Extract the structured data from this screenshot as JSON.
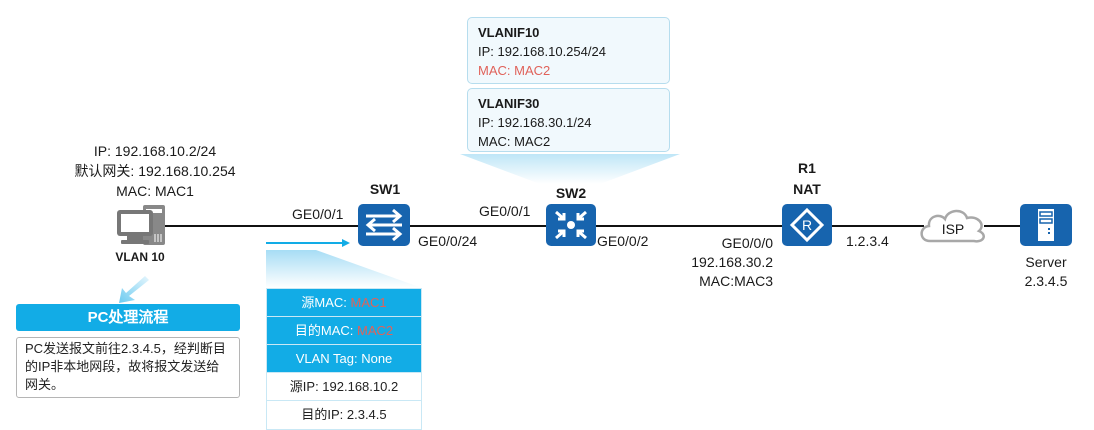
{
  "pc": {
    "ip": "IP: 192.168.10.2/24",
    "gateway": "默认网关: 192.168.10.254",
    "mac": "MAC: MAC1",
    "vlan": "VLAN 10"
  },
  "pc_process": {
    "title": "PC处理流程",
    "description": "PC发送报文前往2.3.4.5，经判断目的IP非本地网段，故将报文发送给网关。"
  },
  "sw1": {
    "name": "SW1",
    "port_left": "GE0/0/1",
    "port_right": "GE0/0/24"
  },
  "sw2": {
    "name": "SW2",
    "port_left": "GE0/0/1",
    "port_right": "GE0/0/2",
    "vlanif10": {
      "title": "VLANIF10",
      "ip": "IP: 192.168.10.254/24",
      "mac": "MAC: MAC2"
    },
    "vlanif30": {
      "title": "VLANIF30",
      "ip": "IP: 192.168.30.1/24",
      "mac": "MAC: MAC2"
    }
  },
  "r1": {
    "name": "R1",
    "role": "NAT",
    "port": "GE0/0/0",
    "ip": "192.168.30.2",
    "mac": "MAC:MAC3",
    "public_ip": "1.2.3.4"
  },
  "isp": {
    "label": "ISP"
  },
  "server": {
    "name": "Server",
    "ip": "2.3.4.5"
  },
  "packet": {
    "rows": [
      {
        "label": "源MAC: ",
        "value": "MAC1"
      },
      {
        "label": "目的MAC: ",
        "value": "MAC2"
      },
      {
        "label": "VLAN Tag: None",
        "value": ""
      },
      {
        "label": "源IP: 192.168.10.2",
        "value": ""
      },
      {
        "label": "目的IP: 2.3.4.5",
        "value": ""
      }
    ]
  }
}
